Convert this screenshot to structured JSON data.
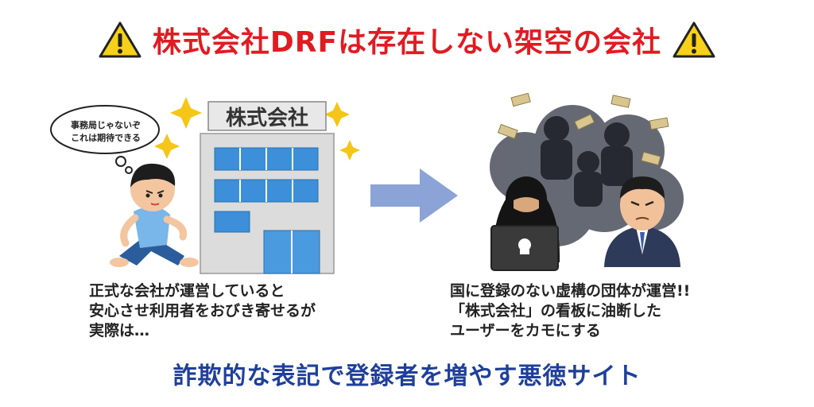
{
  "title": {
    "text": "株式会社DRFは存在しない架空の会社",
    "left_icon": "warning-icon",
    "right_icon": "warning-icon",
    "color": "#e11b22"
  },
  "left_scene": {
    "building_sign": "株式会社",
    "speech_bubble": [
      "事務局じゃないぞ",
      "これは期待できる"
    ],
    "caption": [
      "正式な会社が運営していると",
      "安心させ利用者をおびき寄せるが",
      "実際は…"
    ]
  },
  "arrow": {
    "icon": "arrow-right-icon",
    "color": "#8ba3d6"
  },
  "right_scene": {
    "caption": [
      "国に登録のない虚構の団体が運営!!",
      "「株式会社」の看板に油断した",
      "ユーザーをカモにする"
    ]
  },
  "footer": {
    "text": "詐欺的な表記で登録者を増やす悪徳サイト",
    "color": "#1f3f9b"
  }
}
